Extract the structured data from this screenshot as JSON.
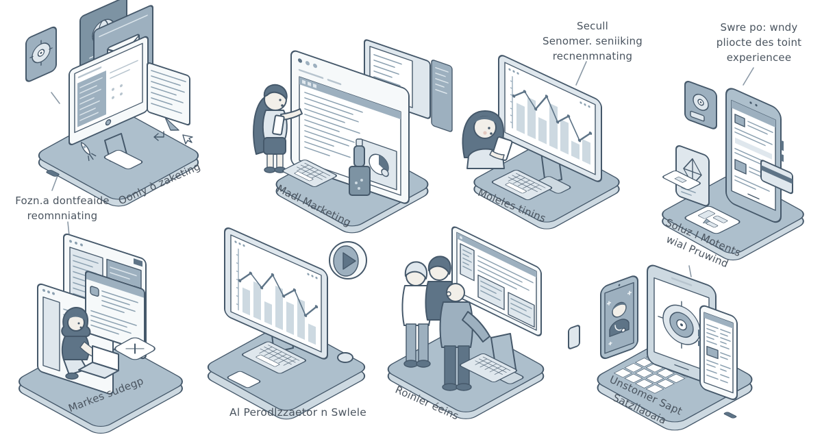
{
  "palette": {
    "ink": "#45586a",
    "platform": "#adbfcc",
    "platform_light": "#cdd9e1",
    "panel": "#9db0bf",
    "panel_dark": "#7d93a3",
    "screen": "#f6f9fa",
    "hair": "#5e7487",
    "skin": "#f2efe9",
    "label_text": "#4a545f",
    "connector": "#8b99a6"
  },
  "icons": {
    "disc-icon": "concentric disc / CD",
    "globe-icon": "globe with meridians",
    "envelope-icon": "email envelope",
    "pie-chart-icon": "donut pie chart",
    "bar-chart-icon": "bars with trend line",
    "play-icon": "play button circle",
    "close-icon": "X tile",
    "cursor-icon": "mouse pointer arrow",
    "dial-icon": "circular dial",
    "return-arrow-icon": "bent return arrow",
    "rocket-icon": "tiny rocket",
    "sparkle-icon": "plus sparkle"
  },
  "labels": {
    "workstation": {
      "caption_line1": "Fozn.a dontfeaide",
      "caption_line2": "reomnniating",
      "tag": "Oonly ò zaketing"
    },
    "mail_marketing": {
      "tag": "Madl Marketing"
    },
    "analytics": {
      "caption_line1": "Secull",
      "caption_line2": "Senomer. seniiking",
      "caption_line3": "recnenmnating",
      "tag": "Moleles tinins"
    },
    "mobile": {
      "caption_line1": "Swre po: wndy",
      "caption_line2": "pliocte des toint",
      "caption_line3": "experiencee",
      "tag_line1": "Soluz I Motents",
      "tag_line2": "wial Pruwind"
    },
    "strategy": {
      "tag": "Markes sudegp"
    },
    "personalization": {
      "caption": "Al Perodlzzaetor n Swlele"
    },
    "team": {
      "tag": "Roinier éeins"
    },
    "support": {
      "tag_line1": "Unstomer Sapt",
      "tag_line2": "Satzilaoaia"
    }
  }
}
